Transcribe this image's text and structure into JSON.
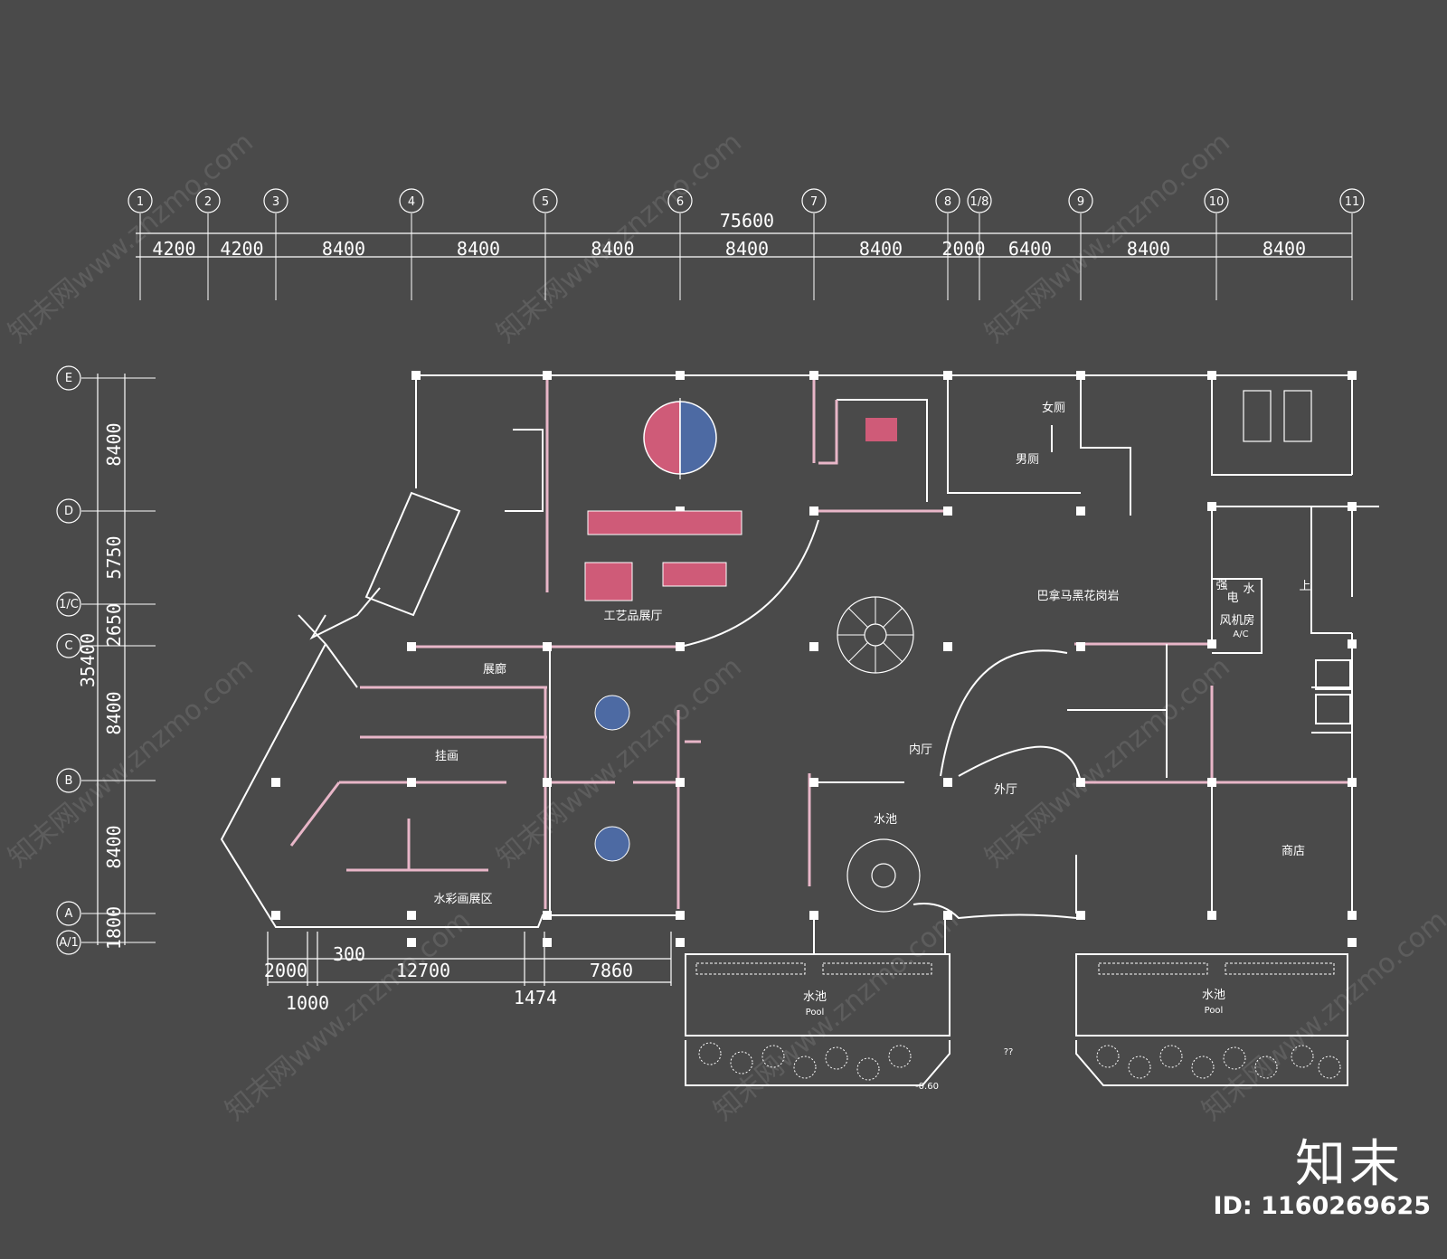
{
  "grid_top": {
    "axes": [
      "1",
      "2",
      "3",
      "4",
      "5",
      "6",
      "7",
      "8",
      "1/8",
      "9",
      "10",
      "11"
    ],
    "total": "75600",
    "spans": [
      "4200",
      "4200",
      "8400",
      "8400",
      "8400",
      "8400",
      "8400",
      "2000",
      "6400",
      "8400",
      "8400"
    ]
  },
  "grid_left": {
    "axes": [
      "E",
      "D",
      "1/C",
      "C",
      "B",
      "A",
      "A/1"
    ],
    "total": "35400",
    "spans": [
      "8400",
      "5750",
      "2650",
      "8400",
      "8400",
      "1800"
    ]
  },
  "bottom_dims": {
    "row1": [
      "2000",
      "300",
      "12700",
      "7860"
    ],
    "row2": [
      "1000",
      "1474"
    ]
  },
  "rooms": {
    "crafts_hall": "工艺品展厅",
    "gallery": "展廊",
    "hanging": "挂画",
    "watercolor": "水彩画展区",
    "granite": "巴拿马黑花岗岩",
    "inner_hall": "内厅",
    "outer_hall": "外厅",
    "pond_inner": "水池",
    "shop": "商店",
    "women_wc": "女厕",
    "men_wc": "男厕",
    "strong_elec": "强",
    "elec": "电",
    "water": "水",
    "ahu_room": "风机房",
    "ac": "A/C",
    "up": "上",
    "pool_left_cn": "水池",
    "pool_left_en": "Pool",
    "pool_right_cn": "水池",
    "pool_right_en": "Pool",
    "level": "-0.60",
    "unknown_mark": "??"
  },
  "colors": {
    "background": "#4a4a4a",
    "pink": "#cf5b78",
    "blue": "#4d6aa3",
    "line": "#ffffff"
  },
  "watermark": {
    "text": "知末网www.znzmo.com"
  },
  "brand": {
    "logo": "知末",
    "id_label": "ID: 1160269625"
  }
}
